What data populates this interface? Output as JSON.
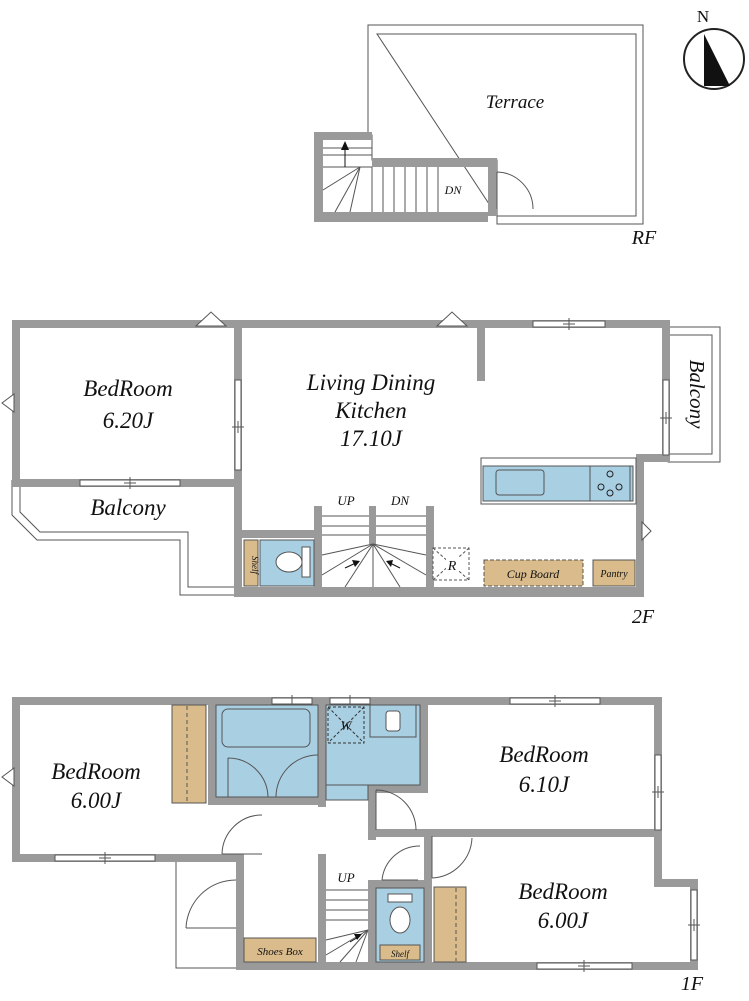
{
  "compass": {
    "north": "N"
  },
  "floors": {
    "rf": {
      "label": "RF",
      "rooms": {
        "terrace": "Terrace"
      },
      "stairs": {
        "dn": "DN"
      }
    },
    "f2": {
      "label": "2F",
      "rooms": {
        "bedroom_name": "BedRoom",
        "bedroom_size": "6.20J",
        "ldk_line1": "Living Dining",
        "ldk_line2": "Kitchen",
        "ldk_size": "17.10J",
        "balcony_left": "Balcony",
        "balcony_right": "Balcony"
      },
      "stairs": {
        "up": "UP",
        "dn": "DN"
      },
      "fixtures": {
        "shelf": "Shelf",
        "fridge": "R",
        "cupboard": "Cup Board",
        "pantry": "Pantry"
      }
    },
    "f1": {
      "label": "1F",
      "rooms": {
        "bedroom_a_name": "BedRoom",
        "bedroom_a_size": "6.00J",
        "bedroom_b_name": "BedRoom",
        "bedroom_b_size": "6.10J",
        "bedroom_c_name": "BedRoom",
        "bedroom_c_size": "6.00J"
      },
      "stairs": {
        "up": "UP"
      },
      "fixtures": {
        "washer": "W",
        "shoes_box": "Shoes Box",
        "shelf": "Shelf"
      }
    }
  }
}
